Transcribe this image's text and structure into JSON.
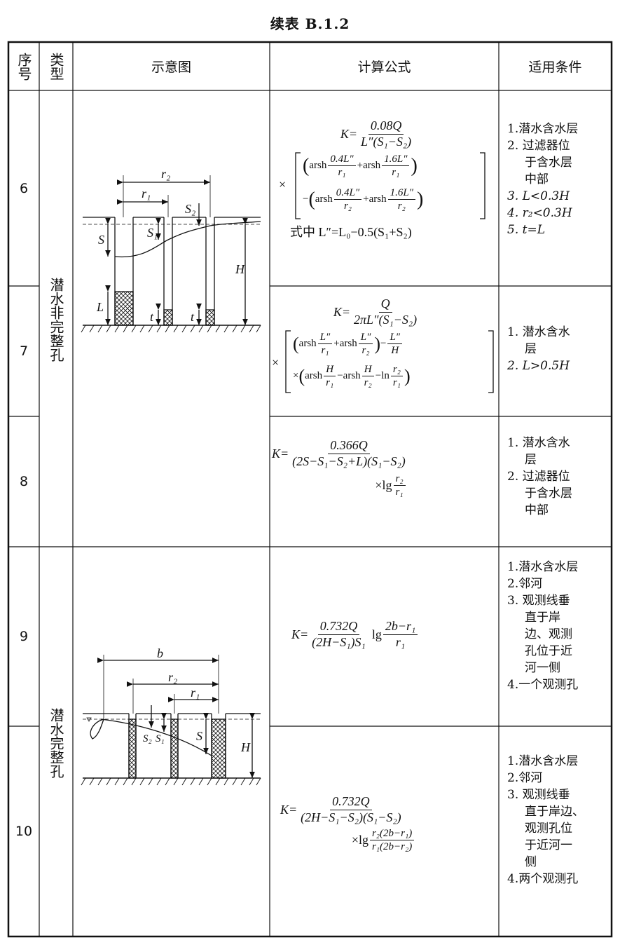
{
  "title": "续表 B.1.2",
  "headers": {
    "seq": "序号",
    "type": "类型",
    "diagram": "示意图",
    "formula": "计算公式",
    "conditions": "适用条件"
  },
  "groups": [
    {
      "type": "潜水非完整孔"
    },
    {
      "type": "潜水完整孔"
    }
  ],
  "rows": [
    {
      "seq": "6",
      "conditions": [
        "1.潜水含水层",
        "2. 过滤器位",
        "于含水层",
        "中部",
        "3. L<0.3H",
        "4. r₂<0.3H",
        "5. t=L"
      ],
      "formula": {
        "k": "K=",
        "num": "0.08Q",
        "den": "L″(S₁−S₂)",
        "times": "×",
        "arsh": "arsh",
        "plus": "+",
        "minus": "−",
        "a1": "0.4L″",
        "a2": "1.6L″",
        "r1": "r₁",
        "r2": "r₂",
        "note": "式中 L″=L₀−0.5(S₁+S₂)"
      }
    },
    {
      "seq": "7",
      "conditions": [
        "1. 潜水含水",
        "层",
        "2. L>0.5H"
      ],
      "formula": {
        "k": "K=",
        "num": "Q",
        "den": "2πL″(S₁−S₂)",
        "times": "×",
        "arsh": "arsh",
        "ln": "ln",
        "plus": "+",
        "minus": "−",
        "lpp": "L″",
        "h": "H",
        "r1": "r₁",
        "r2": "r₂"
      }
    },
    {
      "seq": "8",
      "conditions": [
        "1. 潜水含水",
        "层",
        "2. 过滤器位",
        "于含水层",
        "中部"
      ],
      "formula": {
        "k": "K=",
        "num": "0.366Q",
        "den": "(2S−S₁−S₂+L)(S₁−S₂)",
        "lg": "×lg",
        "r1": "r₁",
        "r2": "r₂"
      }
    },
    {
      "seq": "9",
      "conditions": [
        "1.潜水含水层",
        "2.邻河",
        "3. 观测线垂",
        "直于岸",
        "边、观测",
        "孔位于近",
        "河一侧",
        "4.一个观测孔"
      ],
      "formula": {
        "k": "K=",
        "num": "0.732Q",
        "den": "(2H−S₁)S₁",
        "lg": "lg",
        "lgnum": "2b−r₁",
        "lgden": "r₁"
      }
    },
    {
      "seq": "10",
      "conditions": [
        "1.潜水含水层",
        "2.邻河",
        "3. 观测线垂",
        "直于岸边、",
        "观测孔位",
        "于近河一",
        "侧",
        "4.两个观测孔"
      ],
      "formula": {
        "k": "K=",
        "num": "0.732Q",
        "den": "(2H−S₁−S₂)(S₁−S₂)",
        "lg": "×lg",
        "lgnum": "r₂(2b−r₁)",
        "lgden": "r₁(2b−r₂)"
      }
    }
  ],
  "diagram1": {
    "r2": "r₂",
    "r1": "r₁",
    "s2": "S₂",
    "s1": "S₁",
    "s": "S",
    "h": "H",
    "l": "L",
    "t": "t"
  },
  "diagram2": {
    "b": "b",
    "r2": "r₂",
    "r1": "r₁",
    "s2": "S₂",
    "s1": "S₁",
    "s": "S",
    "h": "H"
  }
}
